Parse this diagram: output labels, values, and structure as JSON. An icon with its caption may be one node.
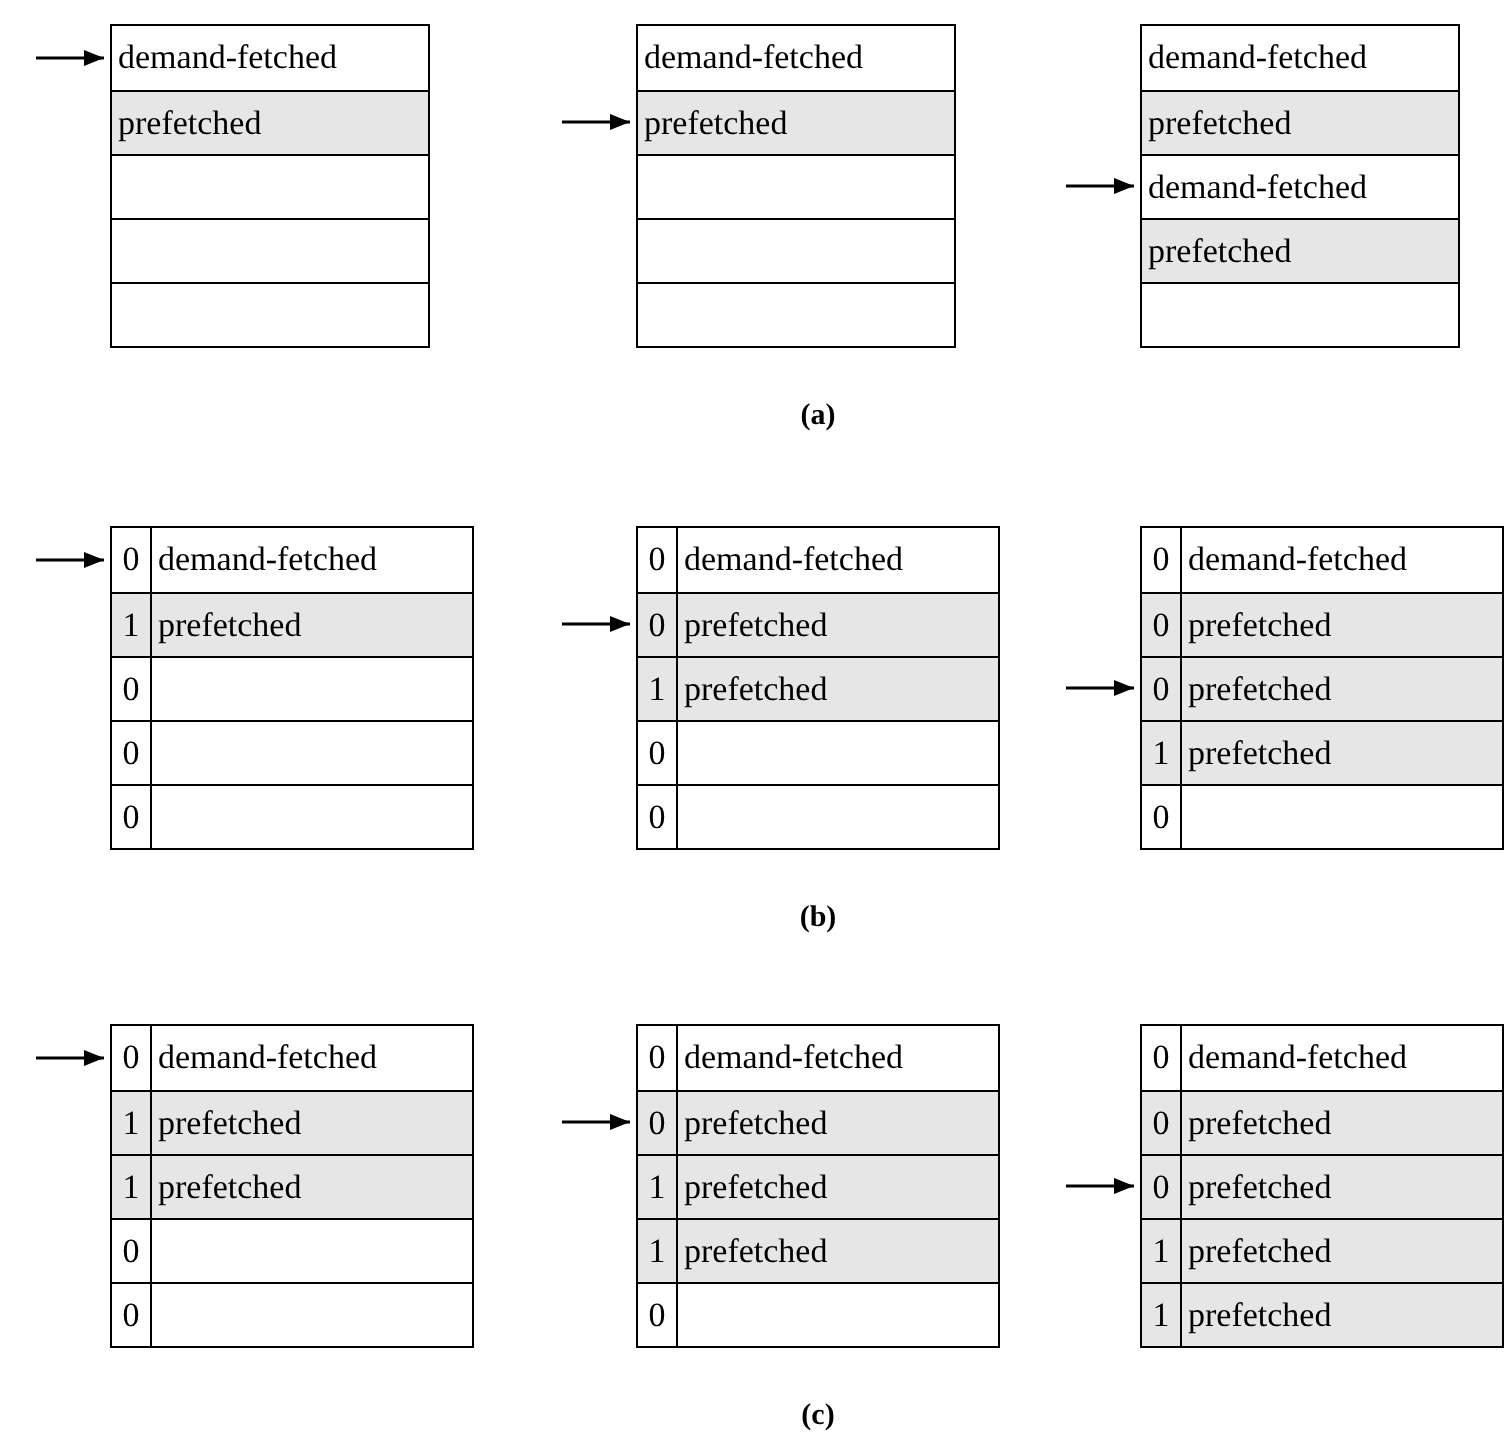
{
  "diagram": {
    "nodes": [
      {
        "text": [],
        "shape": "box"
      },
      {
        "text": [
          "demand-fetched"
        ],
        "in": 0
      },
      {
        "text": [
          "prefetched"
        ],
        "in": 0
      },
      {
        "text": [],
        "shape": "box",
        "in": 0
      },
      {
        "text": [],
        "shape": "box",
        "in": 0
      },
      {
        "text": [],
        "shape": "box",
        "in": 0
      },
      {
        "text": [],
        "shape": "box"
      },
      {
        "text": [
          "demand-fetched"
        ],
        "in": 6
      },
      {
        "text": [
          "prefetched"
        ],
        "in": 6
      },
      {
        "text": [],
        "shape": "box",
        "in": 6
      },
      {
        "text": [],
        "shape": "box",
        "in": 6
      },
      {
        "text": [],
        "shape": "box",
        "in": 6
      },
      {
        "text": [],
        "shape": "box"
      },
      {
        "text": [
          "demand-fetched"
        ],
        "in": 12
      },
      {
        "text": [
          "prefetched"
        ],
        "in": 12
      },
      {
        "text": [
          "demand-fetched"
        ],
        "in": 12
      },
      {
        "text": [
          "prefetched"
        ],
        "in": 12
      },
      {
        "text": [],
        "shape": "box",
        "in": 12
      },
      {
        "text": [],
        "shape": "box"
      },
      {
        "text": [
          "0",
          "demand-fetched"
        ],
        "in": 18
      },
      {
        "text": [
          "1",
          "prefetched"
        ],
        "in": 18
      },
      {
        "text": [
          "0"
        ],
        "in": 18
      },
      {
        "text": [
          "0"
        ],
        "in": 18
      },
      {
        "text": [
          "0"
        ],
        "in": 18
      },
      {
        "text": [],
        "shape": "box"
      },
      {
        "text": [
          "0",
          "demand-fetched"
        ],
        "in": 24
      },
      {
        "text": [
          "0",
          "prefetched"
        ],
        "in": 24
      },
      {
        "text": [
          "1",
          "prefetched"
        ],
        "in": 24
      },
      {
        "text": [
          "0"
        ],
        "in": 24
      },
      {
        "text": [
          "0"
        ],
        "in": 24
      },
      {
        "text": [],
        "shape": "box"
      },
      {
        "text": [
          "0",
          "demand-fetched"
        ],
        "in": 30
      },
      {
        "text": [
          "0",
          "prefetched"
        ],
        "in": 30
      },
      {
        "text": [
          "0",
          "prefetched"
        ],
        "in": 30
      },
      {
        "text": [
          "1",
          "prefetched"
        ],
        "in": 30
      },
      {
        "text": [
          "0"
        ],
        "in": 30
      },
      {
        "text": [],
        "shape": "box"
      },
      {
        "text": [
          "0",
          "demand-fetched"
        ],
        "in": 36
      },
      {
        "text": [
          "1",
          "prefetched"
        ],
        "in": 36
      },
      {
        "text": [
          "1",
          "prefetched"
        ],
        "in": 36
      },
      {
        "text": [
          "0"
        ],
        "in": 36
      },
      {
        "text": [
          "0"
        ],
        "in": 36
      },
      {
        "text": [],
        "shape": "box"
      },
      {
        "text": [
          "0",
          "demand-fetched"
        ],
        "in": 42
      },
      {
        "text": [
          "0",
          "prefetched"
        ],
        "in": 42
      },
      {
        "text": [
          "1",
          "prefetched"
        ],
        "in": 42
      },
      {
        "text": [
          "1",
          "prefetched"
        ],
        "in": 42
      },
      {
        "text": [
          "0"
        ],
        "in": 42
      },
      {
        "text": [],
        "shape": "box"
      },
      {
        "text": [
          "0",
          "demand-fetched"
        ],
        "in": 48
      },
      {
        "text": [
          "0",
          "prefetched"
        ],
        "in": 48
      },
      {
        "text": [
          "0",
          "prefetched"
        ],
        "in": 48
      },
      {
        "text": [
          "1",
          "prefetched"
        ],
        "in": 48
      },
      {
        "text": [
          "1",
          "prefetched"
        ],
        "in": 48
      }
    ],
    "edges": [
      {
        "from": null,
        "to": 1,
        "arrow": "to"
      },
      {
        "from": null,
        "to": 8,
        "arrow": "to"
      },
      {
        "from": null,
        "to": 15,
        "arrow": "to"
      },
      {
        "from": null,
        "to": 19,
        "arrow": "to"
      },
      {
        "from": null,
        "to": 26,
        "arrow": "to"
      },
      {
        "from": null,
        "to": 33,
        "arrow": "to"
      },
      {
        "from": null,
        "to": 37,
        "arrow": "to"
      },
      {
        "from": null,
        "to": 44,
        "arrow": "to"
      },
      {
        "from": null,
        "to": 51,
        "arrow": "to"
      }
    ],
    "labels": [
      "(a)",
      "(b)",
      "(c)"
    ]
  }
}
